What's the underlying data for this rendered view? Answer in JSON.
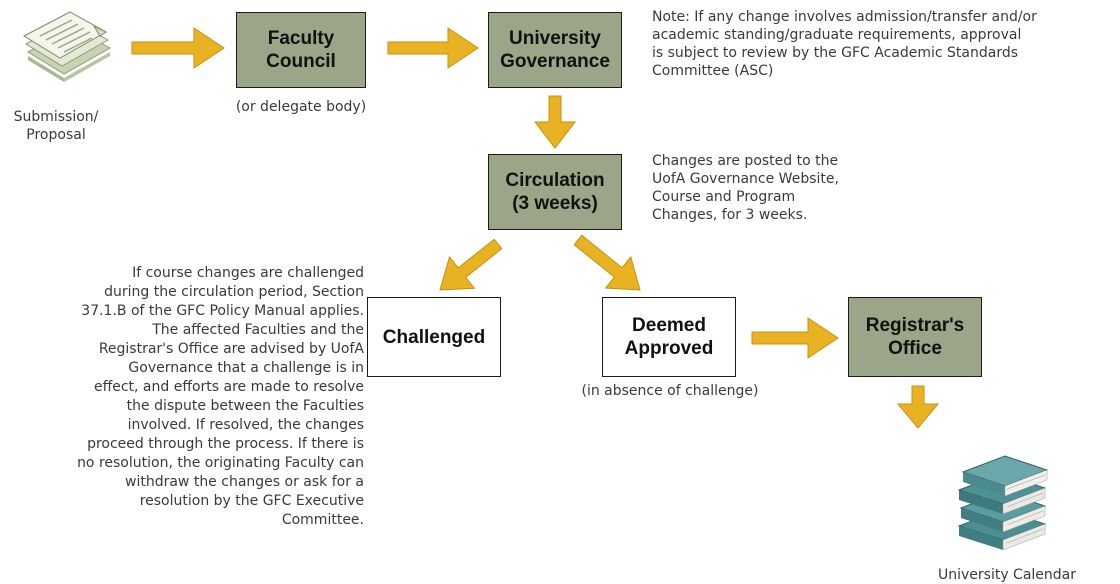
{
  "colors": {
    "arrow": "#e9b223",
    "node_fill": "#9ba587",
    "node_border": "#1a1a1a",
    "text": "#3a3a3a"
  },
  "icons": {
    "submission": "document-stack-icon",
    "calendar": "book-stack-icon"
  },
  "nodes": {
    "faculty_council": "Faculty\nCouncil",
    "university_governance": "University\nGovernance",
    "circulation": "Circulation\n(3 weeks)",
    "challenged": "Challenged",
    "deemed_approved": "Deemed\nApproved",
    "registrars_office": "Registrar's\nOffice"
  },
  "labels": {
    "submission": "Submission/\nProposal",
    "delegate": "(or delegate body)",
    "absence": "(in absence of challenge)",
    "university_calendar": "University Calendar"
  },
  "notes": {
    "asc": "Note: If any change involves admission/transfer and/or\nacademic standing/graduate requirements, approval\nis subject to review by the GFC Academic Standards\nCommittee (ASC)",
    "circulation": "Changes are posted to the\nUofA Governance Website,\nCourse and Program\nChanges, for 3 weeks.",
    "challenge": "If course changes are challenged\nduring the circulation period, Section\n37.1.B of the GFC Policy Manual applies.\nThe affected Faculties and the\nRegistrar's Office are advised by UofA\nGovernance that a challenge is in\neffect, and efforts are made to resolve\nthe dispute between the Faculties\ninvolved. If resolved, the changes\nproceed through the process. If there is\nno resolution, the originating Faculty can\nwithdraw the changes or ask for a\nresolution by the GFC Executive\nCommittee."
  }
}
